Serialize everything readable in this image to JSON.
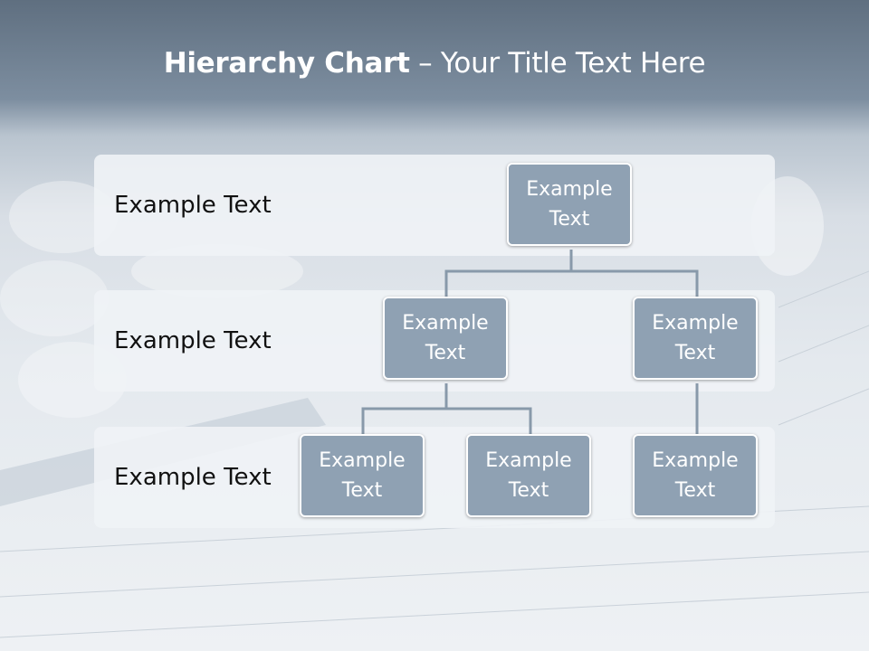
{
  "title": {
    "bold": "Hierarchy Chart",
    "rest": " – Your Title Text Here"
  },
  "levels": [
    {
      "label": "Example Text"
    },
    {
      "label": "Example Text"
    },
    {
      "label": "Example Text"
    }
  ],
  "nodes": {
    "root": "Example\nText",
    "level2_left": "Example\nText",
    "level2_right": "Example\nText",
    "level3_left": "Example\nText",
    "level3_middle": "Example\nText",
    "level3_right": "Example\nText"
  },
  "colors": {
    "node_fill": "#8fa1b3",
    "connector": "#8899aa",
    "band": "#f0f3f6"
  }
}
